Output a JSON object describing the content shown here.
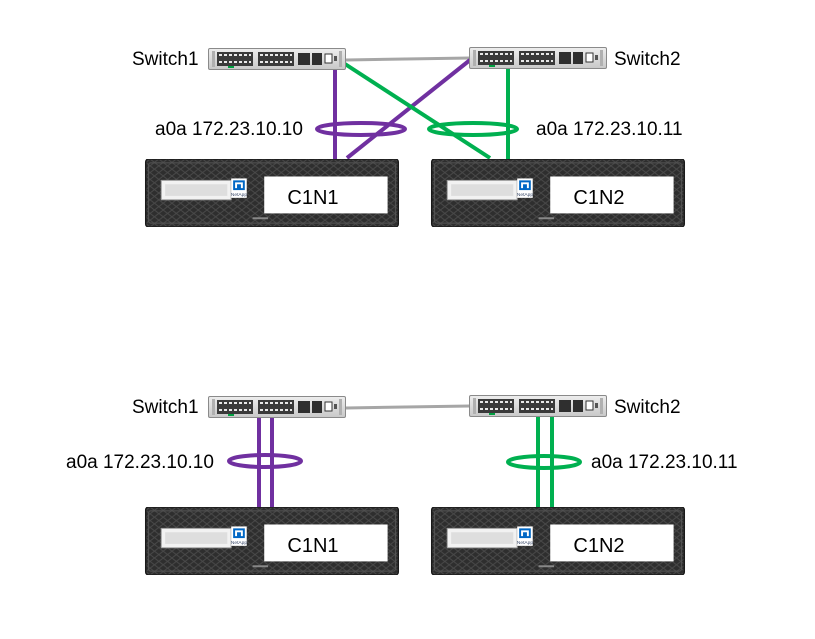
{
  "colors": {
    "purple": "#7030a0",
    "green": "#00b050",
    "isl": "#a6a6a6",
    "chassis": "#2b2b2b",
    "netapp_blue": "#0067c5"
  },
  "icons": {
    "switch": "network-switch-icon",
    "controller": "storage-controller-icon",
    "logo": "netapp-logo-icon"
  },
  "diagrams": [
    {
      "switch1_label": "Switch1",
      "switch2_label": "Switch2",
      "node1_label": "C1N1",
      "node2_label": "C1N2",
      "ifgrp1_label": "a0a 172.23.10.10",
      "ifgrp2_label": "a0a 172.23.10.11",
      "cabling": "cross-connected"
    },
    {
      "switch1_label": "Switch1",
      "switch2_label": "Switch2",
      "node1_label": "C1N1",
      "node2_label": "C1N2",
      "ifgrp1_label": "a0a 172.23.10.10",
      "ifgrp2_label": "a0a 172.23.10.11",
      "cabling": "direct"
    }
  ],
  "brand_text": "NetApp"
}
